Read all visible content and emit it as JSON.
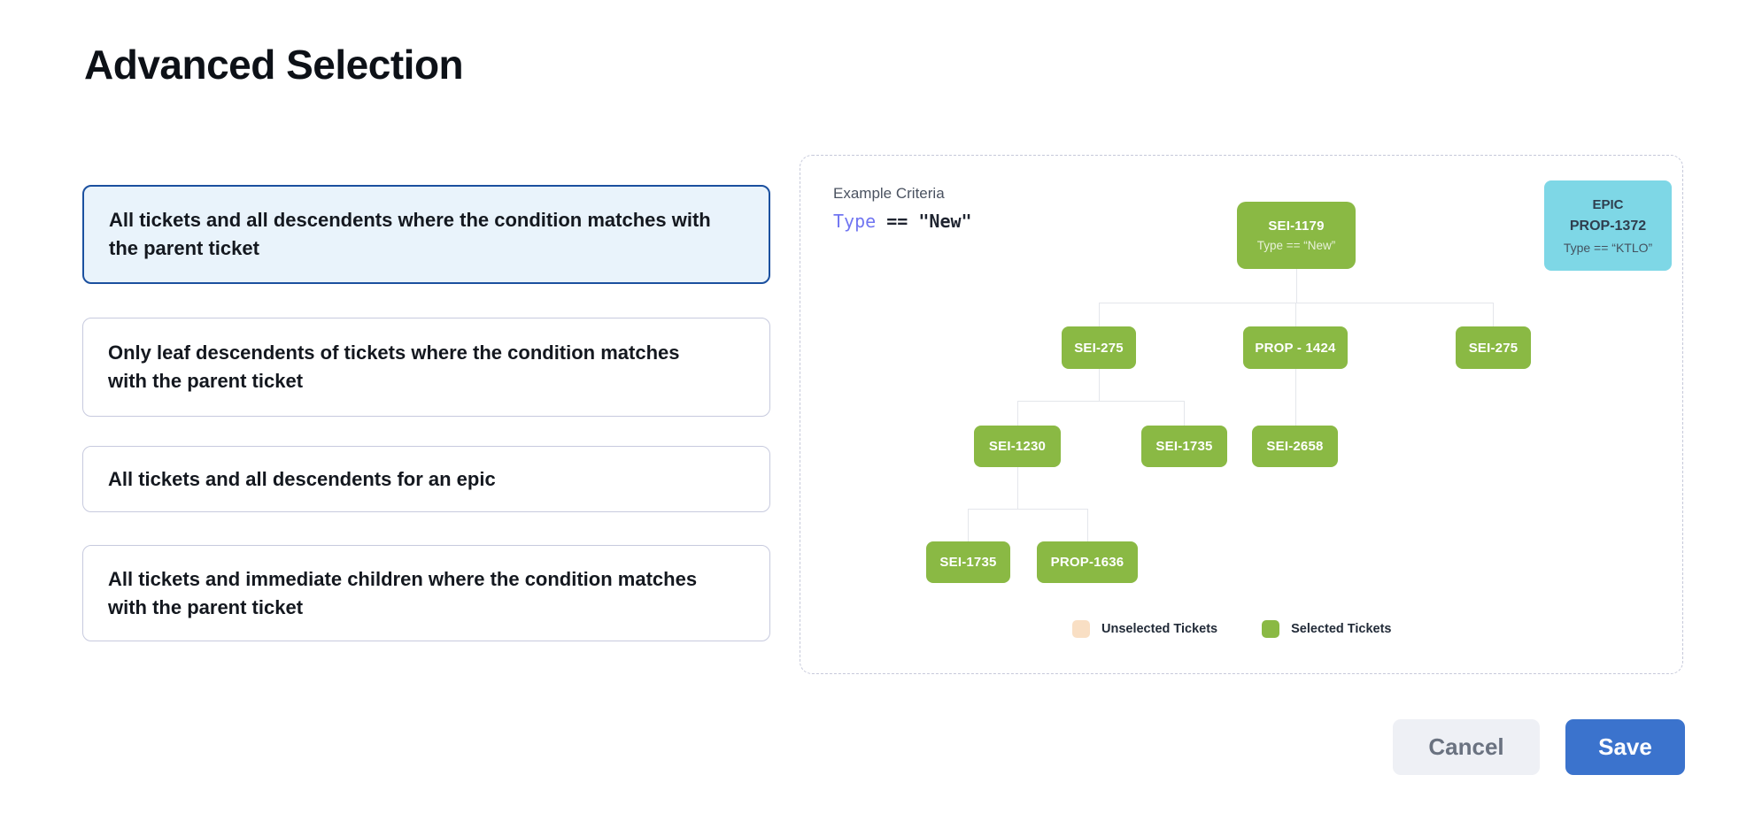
{
  "page": {
    "title": "Advanced Selection"
  },
  "options": [
    {
      "label": "All tickets and all descendents where the condition matches with the parent ticket",
      "selected": true
    },
    {
      "label": "Only leaf descendents of tickets where the condition matches with the parent ticket",
      "selected": false
    },
    {
      "label": "All tickets and all descendents for an epic",
      "selected": false
    },
    {
      "label": "All tickets and immediate children where the condition matches with the parent ticket",
      "selected": false
    }
  ],
  "preview": {
    "criteria_label": "Example Criteria",
    "criteria": {
      "field": "Type",
      "operator": "==",
      "value": "\"New\""
    },
    "epic": {
      "type_label": "EPIC",
      "id": "PROP-1372",
      "condition": "Type == “KTLO”"
    },
    "tree": {
      "nodes": [
        {
          "label": "SEI-1179",
          "condition": "Type == “New”"
        },
        {
          "label": "SEI-275"
        },
        {
          "label": "PROP - 1424"
        },
        {
          "label": "SEI-275"
        },
        {
          "label": "SEI-1230"
        },
        {
          "label": "SEI-1735"
        },
        {
          "label": "SEI-2658"
        },
        {
          "label": "SEI-1735"
        },
        {
          "label": "PROP-1636"
        }
      ]
    },
    "legend": [
      {
        "label": "Unselected Tickets",
        "color": "#f9dfc4"
      },
      {
        "label": "Selected Tickets",
        "color": "#8ab944"
      }
    ]
  },
  "actions": {
    "cancel": "Cancel",
    "save": "Save"
  },
  "colors": {
    "selected_node_green": "#8ab944",
    "unselected_peach": "#f9dfc4",
    "epic_cyan": "#7ed7e6",
    "selected_card_border": "#1b509f",
    "selected_card_bg": "#e9f3fb",
    "save_button_blue": "#3b73cd",
    "criteria_field_indigo": "#7176f1"
  }
}
